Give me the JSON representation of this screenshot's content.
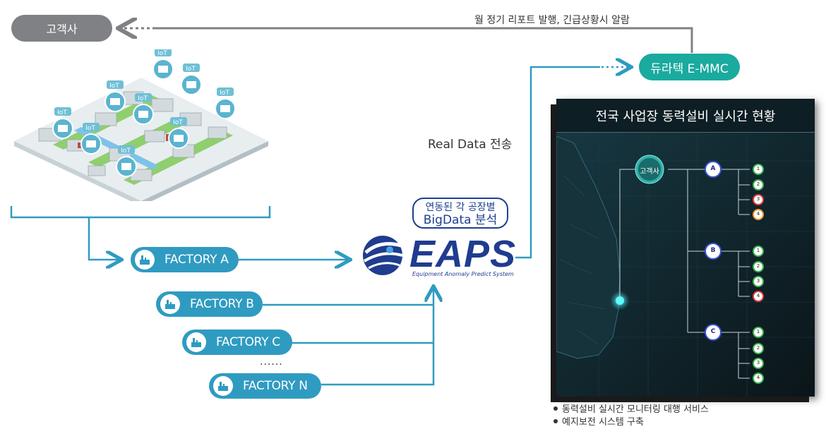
{
  "customer_label": "고객사",
  "report_label": "월 정기 리포트 발행, 긴급상황시 알람",
  "emmc_label": "듀라텍 E-MMC",
  "realdata_label": "Real Data 전송",
  "bigdata": {
    "line1": "연동된 각 공장별",
    "line2": "BigData 분석"
  },
  "eaps": {
    "word": "EAPS",
    "subtitle": "Equipment Anomaly Predict System"
  },
  "iot_label": "IoT",
  "factories": [
    "FACTORY A",
    "FACTORY B",
    "FACTORY C",
    "FACTORY N"
  ],
  "more_dots": "......",
  "monitor": {
    "title": "전국 사업장 동력설비 실시간 현황",
    "root": "고객사",
    "groups": [
      {
        "name": "A",
        "children": [
          "1",
          "2",
          "3",
          "4"
        ]
      },
      {
        "name": "B",
        "children": [
          "1",
          "2",
          "3",
          "4"
        ]
      },
      {
        "name": "C",
        "children": [
          "1",
          "2",
          "3",
          "4"
        ]
      }
    ]
  },
  "services": [
    "동력설비 실시간 모니터링 대행 서비스",
    "예지보전 시스템 구축"
  ],
  "colors": {
    "teal": "#1aaa9e",
    "blue": "#2f9bc1",
    "navy": "#1d3f8f",
    "gray": "#7f8184",
    "line": "#2f9bc1"
  }
}
